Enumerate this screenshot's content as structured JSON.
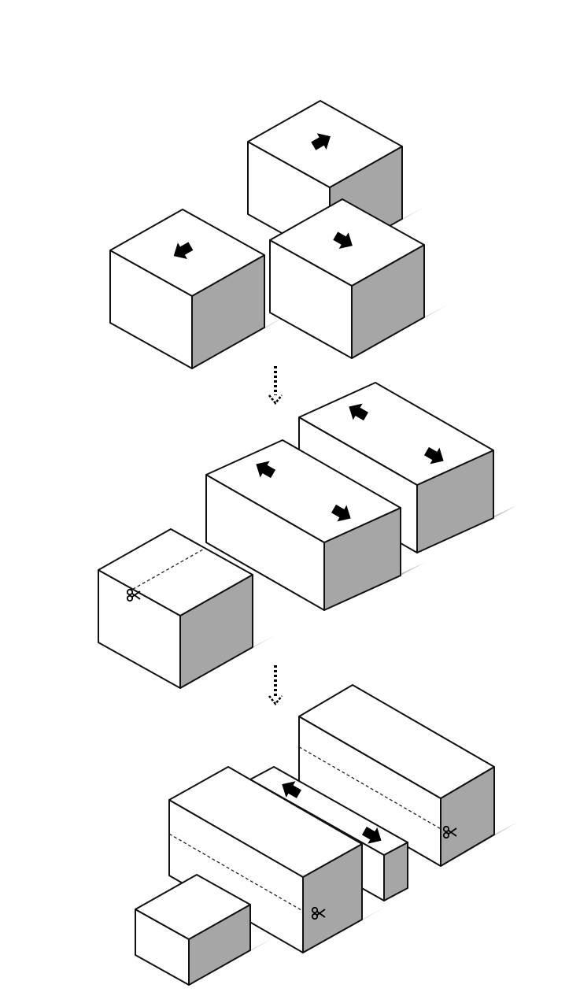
{
  "colors": {
    "top_face": "#ffffff",
    "left_face": "#ffffff",
    "right_face": "#a6a6a6",
    "shadow": "#c2c2c2",
    "edge": "#111111",
    "arrow": "#000000"
  },
  "icons": {
    "move_arrow": "arrow-icon",
    "cut_mark": "scissors-icon",
    "step_connector": "dotted-down-arrow-icon"
  },
  "stages": [
    {
      "name": "stage-1",
      "block_count": 3
    },
    {
      "name": "stage-2",
      "block_count": 3
    },
    {
      "name": "stage-3",
      "block_count": 4
    }
  ],
  "step_connectors": 2
}
